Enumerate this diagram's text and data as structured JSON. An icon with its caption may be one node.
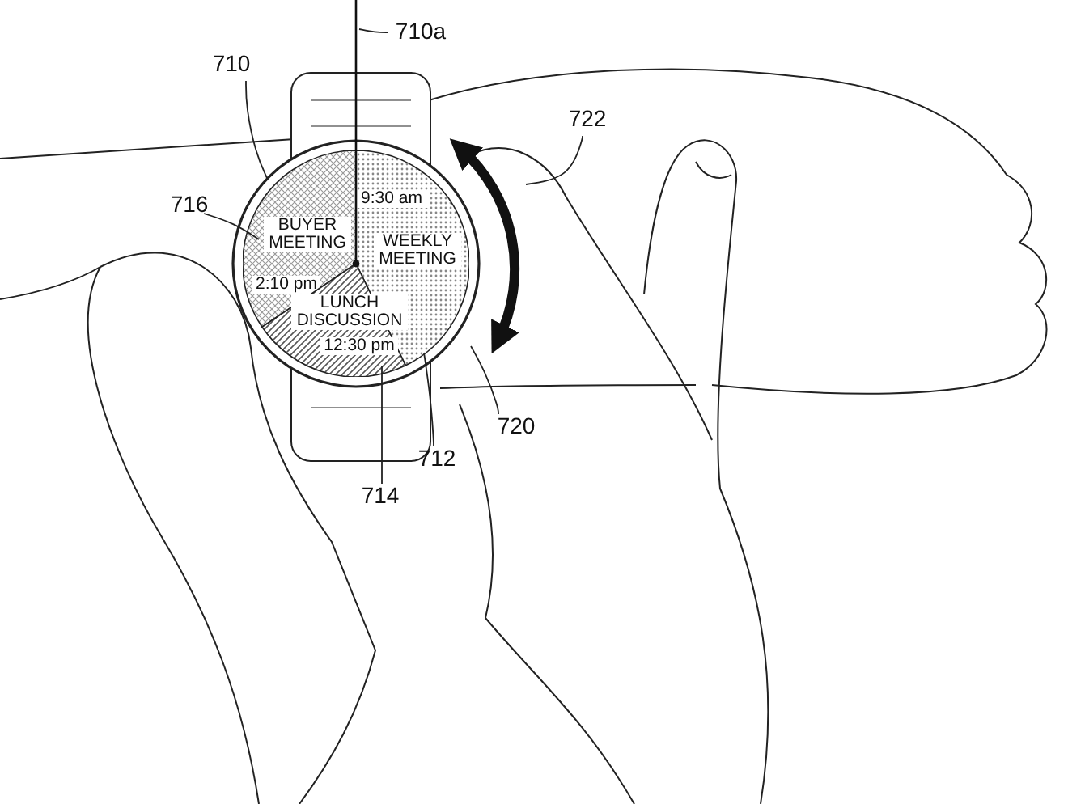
{
  "diagram": {
    "nodes": [
      {
        "text": [
          "710a"
        ]
      },
      {
        "text": [
          "710"
        ]
      },
      {
        "text": [
          "716"
        ]
      },
      {
        "text": [
          "722"
        ]
      },
      {
        "text": [
          "720"
        ]
      },
      {
        "text": [
          "712"
        ]
      },
      {
        "text": [
          "714"
        ]
      },
      {
        "text": [],
        "shape": "circle"
      },
      {
        "text": [],
        "shape": "circle",
        "in": 7
      },
      {
        "text": [
          "BUYER MEETING",
          "2:10 pm"
        ],
        "in": 8
      },
      {
        "text": [
          "9:30 am",
          "WEEKLY MEETING"
        ],
        "in": 8
      },
      {
        "text": [
          "LUNCH DISCUSSION",
          "12:30 pm"
        ],
        "in": 8
      }
    ],
    "edges": [
      {
        "from": 0,
        "to": null,
        "arrow": "none"
      },
      {
        "from": 1,
        "to": 8,
        "arrow": "none"
      },
      {
        "from": 2,
        "to": 9,
        "arrow": "none"
      },
      {
        "from": 3,
        "to": null,
        "arrow": "none"
      },
      {
        "from": 4,
        "to": 7,
        "arrow": "none"
      },
      {
        "from": 5,
        "to": 10,
        "arrow": "none"
      },
      {
        "from": 6,
        "to": 11,
        "arrow": "none"
      }
    ]
  }
}
